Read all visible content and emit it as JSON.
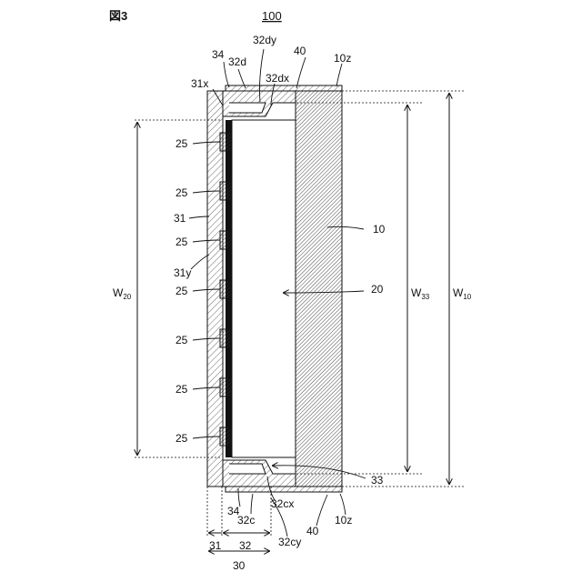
{
  "figure_label": "図3",
  "assembly_number": "100",
  "labels": {
    "l34_top": "34",
    "l32d": "32d",
    "l32dy": "32dy",
    "l40_top": "40",
    "l10z_top": "10z",
    "l31x": "31x",
    "l32dx": "32dx",
    "l25": "25",
    "l31": "31",
    "l31y": "31y",
    "l10": "10",
    "l20": "20",
    "l33": "33",
    "l34_bot": "34",
    "l32c": "32c",
    "l32cx": "32cx",
    "l32cy": "32cy",
    "l40_bot": "40",
    "l10z_bot": "10z",
    "b31": "31",
    "b32": "32",
    "b30": "30"
  },
  "dimensions": {
    "w20": {
      "base": "W",
      "sub": "20"
    },
    "w33": {
      "base": "W",
      "sub": "33"
    },
    "w10": {
      "base": "W",
      "sub": "10"
    }
  }
}
